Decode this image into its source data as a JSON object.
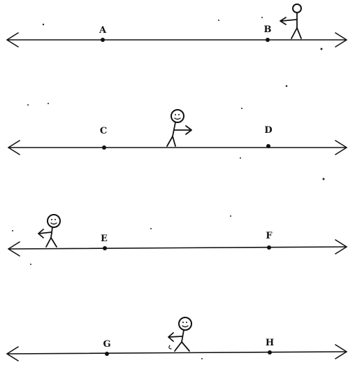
{
  "diagram": {
    "ink_color": "#111111",
    "background_color": "#ffffff",
    "number_lines": [
      {
        "name": "line-1",
        "points": [
          {
            "label": "A"
          },
          {
            "label": "B"
          }
        ],
        "figure": {
          "facing": "left",
          "arrow": "left"
        }
      },
      {
        "name": "line-2",
        "points": [
          {
            "label": "C"
          },
          {
            "label": "D"
          }
        ],
        "figure": {
          "facing": "right",
          "arrow": "right"
        }
      },
      {
        "name": "line-3",
        "points": [
          {
            "label": "E"
          },
          {
            "label": "F"
          }
        ],
        "figure": {
          "facing": "left",
          "arrow": "left"
        }
      },
      {
        "name": "line-4",
        "points": [
          {
            "label": "G"
          },
          {
            "label": "H"
          }
        ],
        "figure": {
          "facing": "left",
          "arrow": "left"
        }
      }
    ]
  }
}
